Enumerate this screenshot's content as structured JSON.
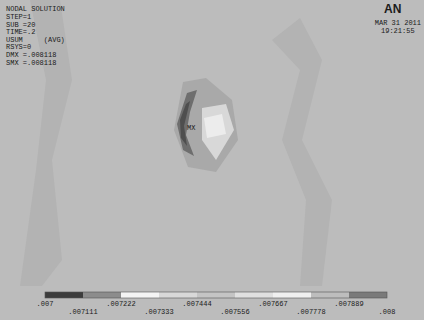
{
  "diagram": {
    "title": "NODAL SOLUTION",
    "labels": [
      "STEP=1",
      "SUB =20",
      "TIME=.2",
      "USUM     (AVG)",
      "RSYS=0",
      "DMX =.008118",
      "SMX =.008118",
      "AN",
      "MAR 31 2011",
      "19:21:55",
      "MX",
      ".007",
      ".007111",
      ".007222",
      ".007333",
      ".007444",
      ".007556",
      ".007667",
      ".007778",
      ".007889",
      ".008"
    ]
  }
}
